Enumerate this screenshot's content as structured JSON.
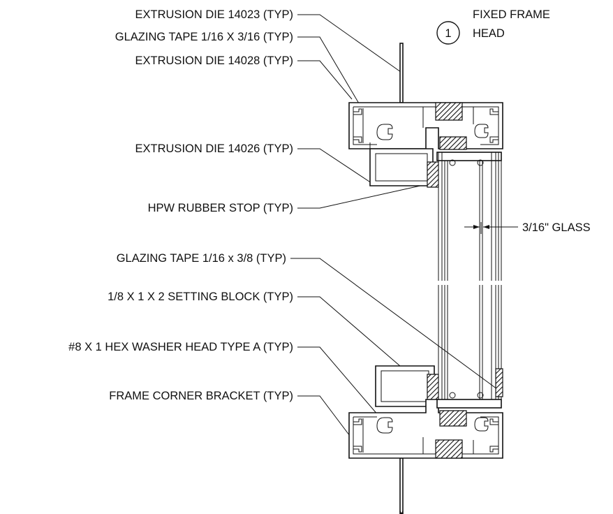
{
  "callout": {
    "number": "1",
    "title_line1": "FIXED FRAME",
    "title_line2": "HEAD"
  },
  "labels": [
    "EXTRUSION DIE 14023 (TYP)",
    "GLAZING TAPE 1/16 X 3/16 (TYP)",
    "EXTRUSION DIE 14028 (TYP)",
    "EXTRUSION DIE 14026 (TYP)",
    "HPW RUBBER STOP (TYP)",
    "GLAZING TAPE 1/16 x 3/8 (TYP)",
    "1/8 X 1 X 2 SETTING BLOCK (TYP)",
    "#8 X 1 HEX WASHER HEAD TYPE A (TYP)",
    "FRAME CORNER BRACKET (TYP)"
  ],
  "dimension_label": "3/16\" GLASS",
  "colors": {
    "line": "#111111",
    "background": "#ffffff"
  }
}
